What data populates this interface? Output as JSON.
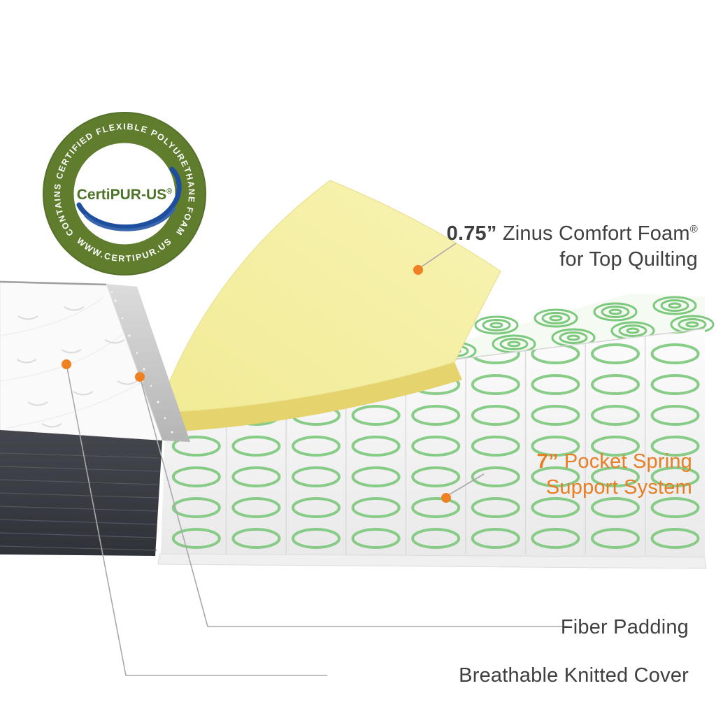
{
  "badge": {
    "ring_text_top": "CONTAINS CERTIFIED FLEXIBLE POLYURETHANE FOAM",
    "ring_text_bottom": "WWW.CERTIPUR.US",
    "center_text": "CertiPUR-US",
    "registered_mark": "®"
  },
  "callouts": {
    "comfort_foam": {
      "measure": "0.75”",
      "label": " Zinus Comfort Foam",
      "reg": "®",
      "line2": "for Top Quilting"
    },
    "pocket_spring": {
      "measure": "7”",
      "label": " Pocket Spring",
      "line2": "Support System"
    },
    "fiber_padding": {
      "label": "Fiber Padding"
    },
    "knitted_cover": {
      "label": "Breathable Knitted Cover"
    }
  },
  "colors": {
    "accent_orange": "#F08122",
    "callout_orange": "#E77E23",
    "text_dark": "#3E3F41",
    "badge_green": "#5F7D2D",
    "swoosh_blue": "#1C4F9F",
    "foam_yellow": "#F4EFA2",
    "spring_green": "#7CC87C"
  }
}
